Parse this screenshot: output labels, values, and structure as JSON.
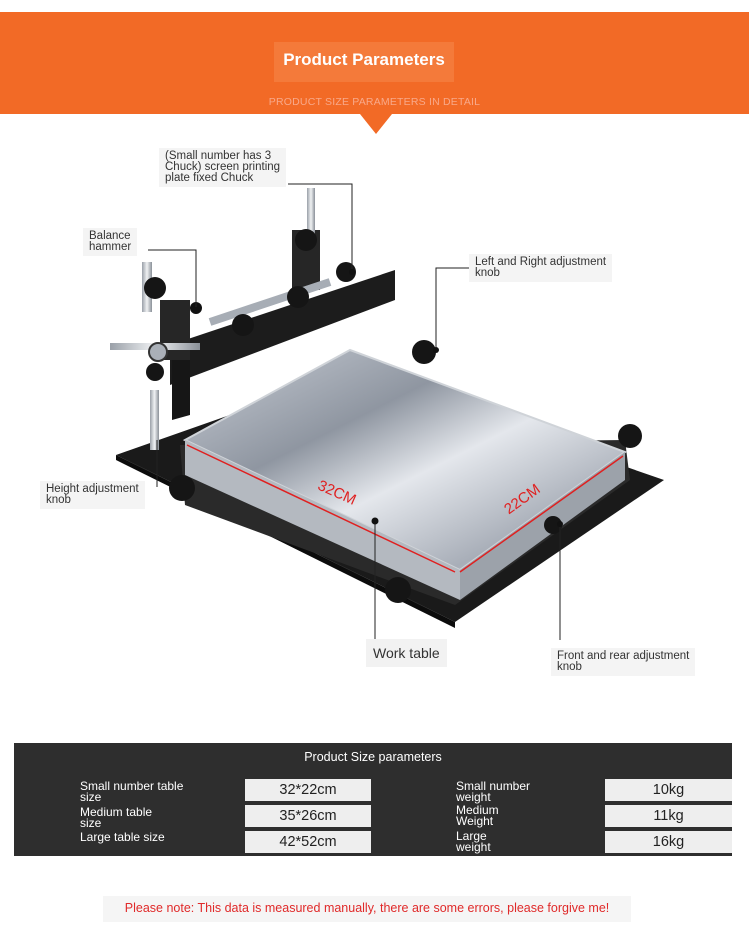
{
  "header": {
    "title": "Product Parameters",
    "subtitle": "PRODUCT SIZE PARAMETERS IN DETAIL"
  },
  "callouts": {
    "chuck": [
      "(Small number has 3",
      "Chuck) screen printing",
      "plate fixed Chuck"
    ],
    "balance": [
      "Balance",
      "hammer"
    ],
    "left_right": [
      "Left and Right adjustment",
      "knob"
    ],
    "height": [
      "Height adjustment",
      "knob"
    ],
    "work_table": "Work table",
    "front_rear": [
      "Front and rear adjustment",
      "knob"
    ]
  },
  "dimensions": {
    "length": "32CM",
    "width": "22CM"
  },
  "colors": {
    "banner": "#f26a26",
    "table_dark": "#2e2e2e",
    "note_red": "#e02a2a",
    "dimension_red": "#e02020"
  },
  "spec_table": {
    "title": "Product Size parameters",
    "rows": [
      {
        "label": [
          "Small number table",
          "size"
        ],
        "value": "32*22cm",
        "label2": [
          "Small number",
          "weight"
        ],
        "value2": "10kg"
      },
      {
        "label": [
          "Medium table",
          "size"
        ],
        "value": "35*26cm",
        "label2": [
          "Medium",
          "Weight"
        ],
        "value2": "11kg"
      },
      {
        "label": [
          "Large table size"
        ],
        "value": "42*52cm",
        "label2": [
          "Large",
          "weight"
        ],
        "value2": "16kg"
      }
    ]
  },
  "note": "Please note: This data is measured manually, there are some errors, please forgive me!"
}
